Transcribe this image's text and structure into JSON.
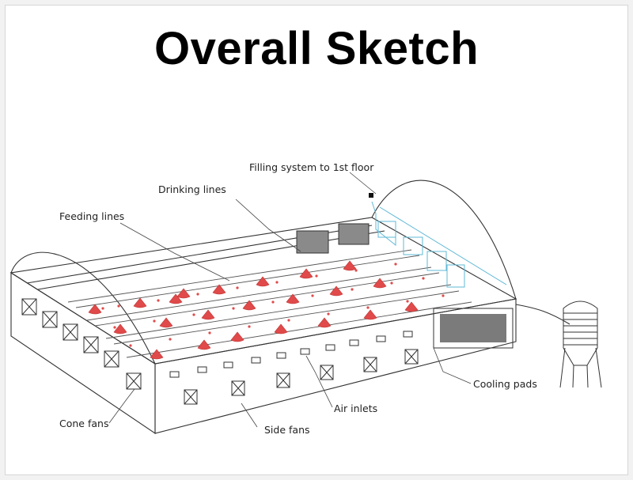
{
  "title": "Overall Sketch",
  "labels": {
    "filling": "Filling system to 1st floor",
    "drinking": "Drinking lines",
    "feeding": "Feeding lines",
    "cooling": "Cooling pads",
    "air_inlets": "Air inlets",
    "cone_fans": "Cone fans",
    "side_fans": "Side fans"
  },
  "colors": {
    "feeder": "#e04a4a",
    "pipe": "#5fb8d6",
    "line": "#333333"
  }
}
